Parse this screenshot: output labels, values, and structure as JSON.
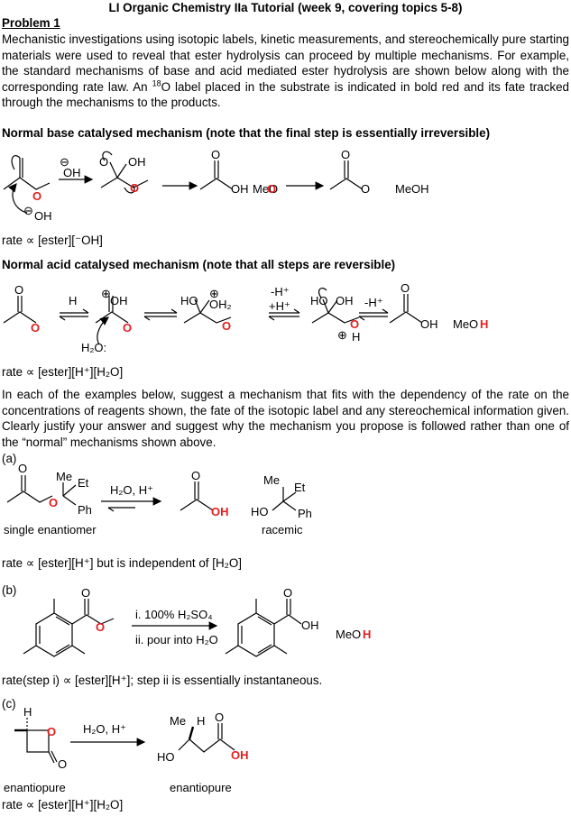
{
  "doc": {
    "title": "LI Organic Chemistry IIa Tutorial (week 9, covering topics 5-8)",
    "problem": "Problem 1",
    "intro_a": "Mechanistic investigations using isotopic labels, kinetic measurements, and stereochemically pure starting materials were used to reveal that ester hydrolysis can proceed by multiple mechanisms. For example, the standard mechanisms of base and acid mediated ester hydrolysis are shown below along with the corresponding rate law. An ",
    "intro_sup": "18",
    "intro_b": "O label placed in the substrate is indicated in bold red and its fate tracked through the mechanisms to the products.",
    "base_heading": "Normal base catalysed mechanism (note that the final step is essentially irreversible)",
    "base_rate": "rate ∝ [ester][⁻OH]",
    "acid_heading": "Normal acid catalysed mechanism (note that all steps are reversible)",
    "acid_rate": "rate ∝ [ester][H⁺][H₂O]",
    "task": "In each of the examples below, suggest a mechanism that fits with the dependency of the rate on the concentrations of reagents shown, the fate of the isotopic label and any stereochemical information given. Clearly justify your answer and suggest why the mechanism you propose is followed rather than one of the “normal” mechanisms shown above.",
    "a_label": "(a)",
    "a_rate": "rate ∝ [ester][H⁺] but is independent of [H₂O]",
    "b_label": "(b)",
    "b_rate": "rate(step i) ∝ [ester][H⁺]; step ii is essentially instantaneous.",
    "c_label": "(c)",
    "c_rate": "rate ∝ [ester][H⁺][H₂O]"
  },
  "scheme": {
    "oh": "OH",
    "o": "O",
    "h": "H",
    "me": "Me",
    "et": "Et",
    "ph": "Ph",
    "ho": "HO",
    "oh2": "OH₂",
    "h2o": "H₂O:",
    "minus_h": "-H⁺",
    "plus_h": "+H⁺",
    "meo": "MeO",
    "meoh": "MeOH",
    "minus": "⊖",
    "plus": "⊕",
    "a_reagent": "H₂O, H⁺",
    "a_sm": "single enantiomer",
    "a_prod": "racemic",
    "b_step1": "i. 100% H₂SO₄",
    "b_step2": "ii. pour into H₂O",
    "c_reagent": "H₂O, H⁺",
    "c_sm": "enantiopure",
    "c_prod": "enantiopure"
  },
  "colors": {
    "label": "#e41e1e",
    "text": "#000000"
  }
}
